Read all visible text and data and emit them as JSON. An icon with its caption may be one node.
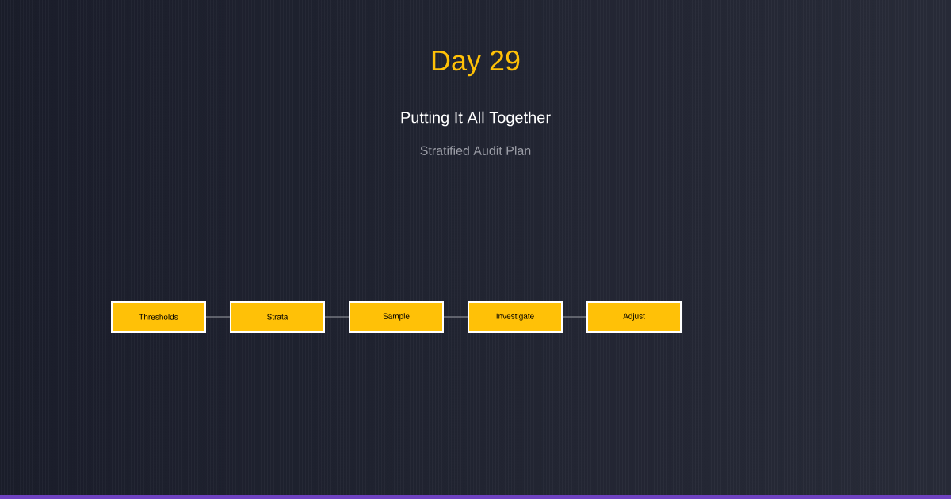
{
  "diagram": {
    "title": "Day 29",
    "nodes": [
      {
        "text": [
          "Thresholds"
        ]
      },
      {
        "text": [
          "Strata"
        ]
      },
      {
        "text": [
          "Sample"
        ]
      },
      {
        "text": [
          "Investigate"
        ]
      },
      {
        "text": [
          "Adjust"
        ]
      }
    ],
    "edges": [
      {
        "from": 0,
        "to": 1,
        "arrow": "none"
      },
      {
        "from": 1,
        "to": 2,
        "arrow": "none"
      },
      {
        "from": 2,
        "to": 3,
        "arrow": "none"
      },
      {
        "from": 3,
        "to": 4,
        "arrow": "none"
      }
    ],
    "labels": [
      "Putting It All Together",
      "Stratified Audit Plan"
    ]
  }
}
